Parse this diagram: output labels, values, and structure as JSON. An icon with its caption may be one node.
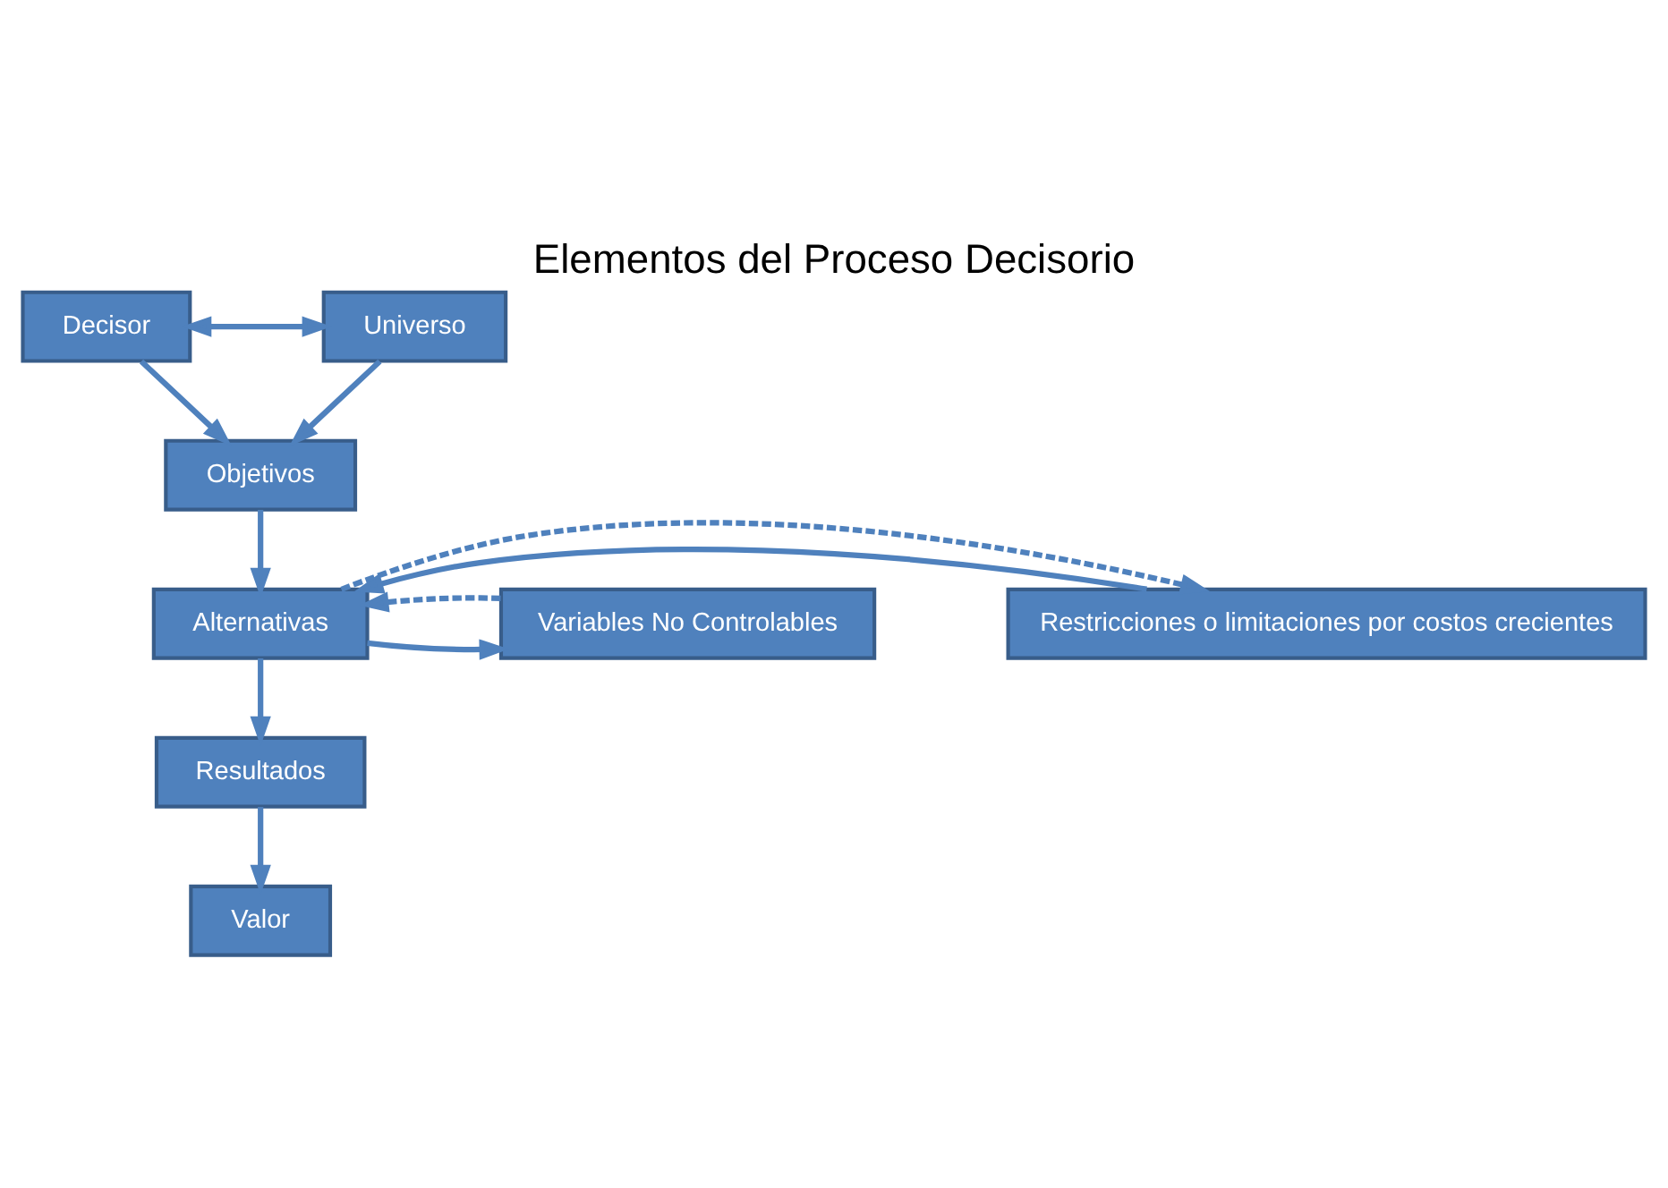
{
  "diagram": {
    "title": "Elementos del Proceso Decisorio",
    "nodes": [
      {
        "text": [
          "Decisor"
        ]
      },
      {
        "text": [
          "Universo"
        ]
      },
      {
        "text": [
          "Objetivos"
        ]
      },
      {
        "text": [
          "Restricciones o limitaciones por costos crecientes"
        ]
      },
      {
        "text": [
          "Alternativas"
        ]
      },
      {
        "text": [
          "Variables No Controlables"
        ]
      },
      {
        "text": [
          "Resultados"
        ]
      },
      {
        "text": [
          "Valor"
        ]
      }
    ],
    "edges": [
      {
        "from": 0,
        "to": 1,
        "arrow": "both"
      },
      {
        "from": 0,
        "to": 2,
        "arrow": "to"
      },
      {
        "from": 1,
        "to": 2,
        "arrow": "to"
      },
      {
        "from": 2,
        "to": 4,
        "arrow": "to"
      },
      {
        "from": 3,
        "to": 4,
        "arrow": "to"
      },
      {
        "from": 4,
        "to": 3,
        "arrow": "to",
        "style": "dashed"
      },
      {
        "from": 4,
        "to": 5,
        "arrow": "to"
      },
      {
        "from": 5,
        "to": 4,
        "arrow": "to",
        "style": "dashed"
      },
      {
        "from": 4,
        "to": 6,
        "arrow": "to"
      },
      {
        "from": 6,
        "to": 7,
        "arrow": "to"
      }
    ]
  }
}
